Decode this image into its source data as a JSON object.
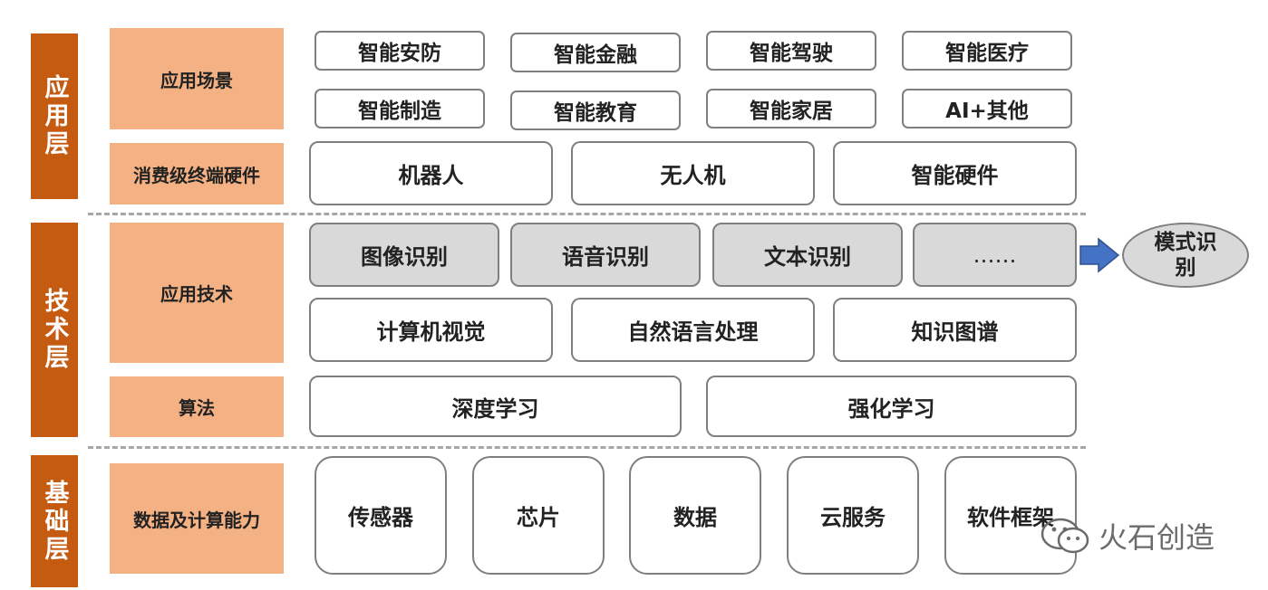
{
  "layers": {
    "application": "应用层",
    "technology": "技术层",
    "foundation": "基础层"
  },
  "categories": {
    "scenarios": "应用场景",
    "hardware": "消费级终端硬件",
    "app_tech": "应用技术",
    "algorithms": "算法",
    "data_compute": "数据及计算能力"
  },
  "scenarios": [
    "智能安防",
    "智能金融",
    "智能驾驶",
    "智能医疗",
    "智能制造",
    "智能教育",
    "智能家居",
    "AI+其他"
  ],
  "hardware": [
    "机器人",
    "无人机",
    "智能硬件"
  ],
  "recognition": [
    "图像识别",
    "语音识别",
    "文本识别",
    "……"
  ],
  "pattern_recognition": "模式识别",
  "tech_fields": [
    "计算机视觉",
    "自然语言处理",
    "知识图谱"
  ],
  "algorithms": [
    "深度学习",
    "强化学习"
  ],
  "foundation": [
    "传感器",
    "芯片",
    "数据",
    "云服务",
    "软件框架"
  ],
  "watermark": "火石创造",
  "colors": {
    "layer": "#c55a11",
    "category": "#f4b183",
    "grey_box": "#d9d9d9",
    "arrow": "#4472c4"
  }
}
